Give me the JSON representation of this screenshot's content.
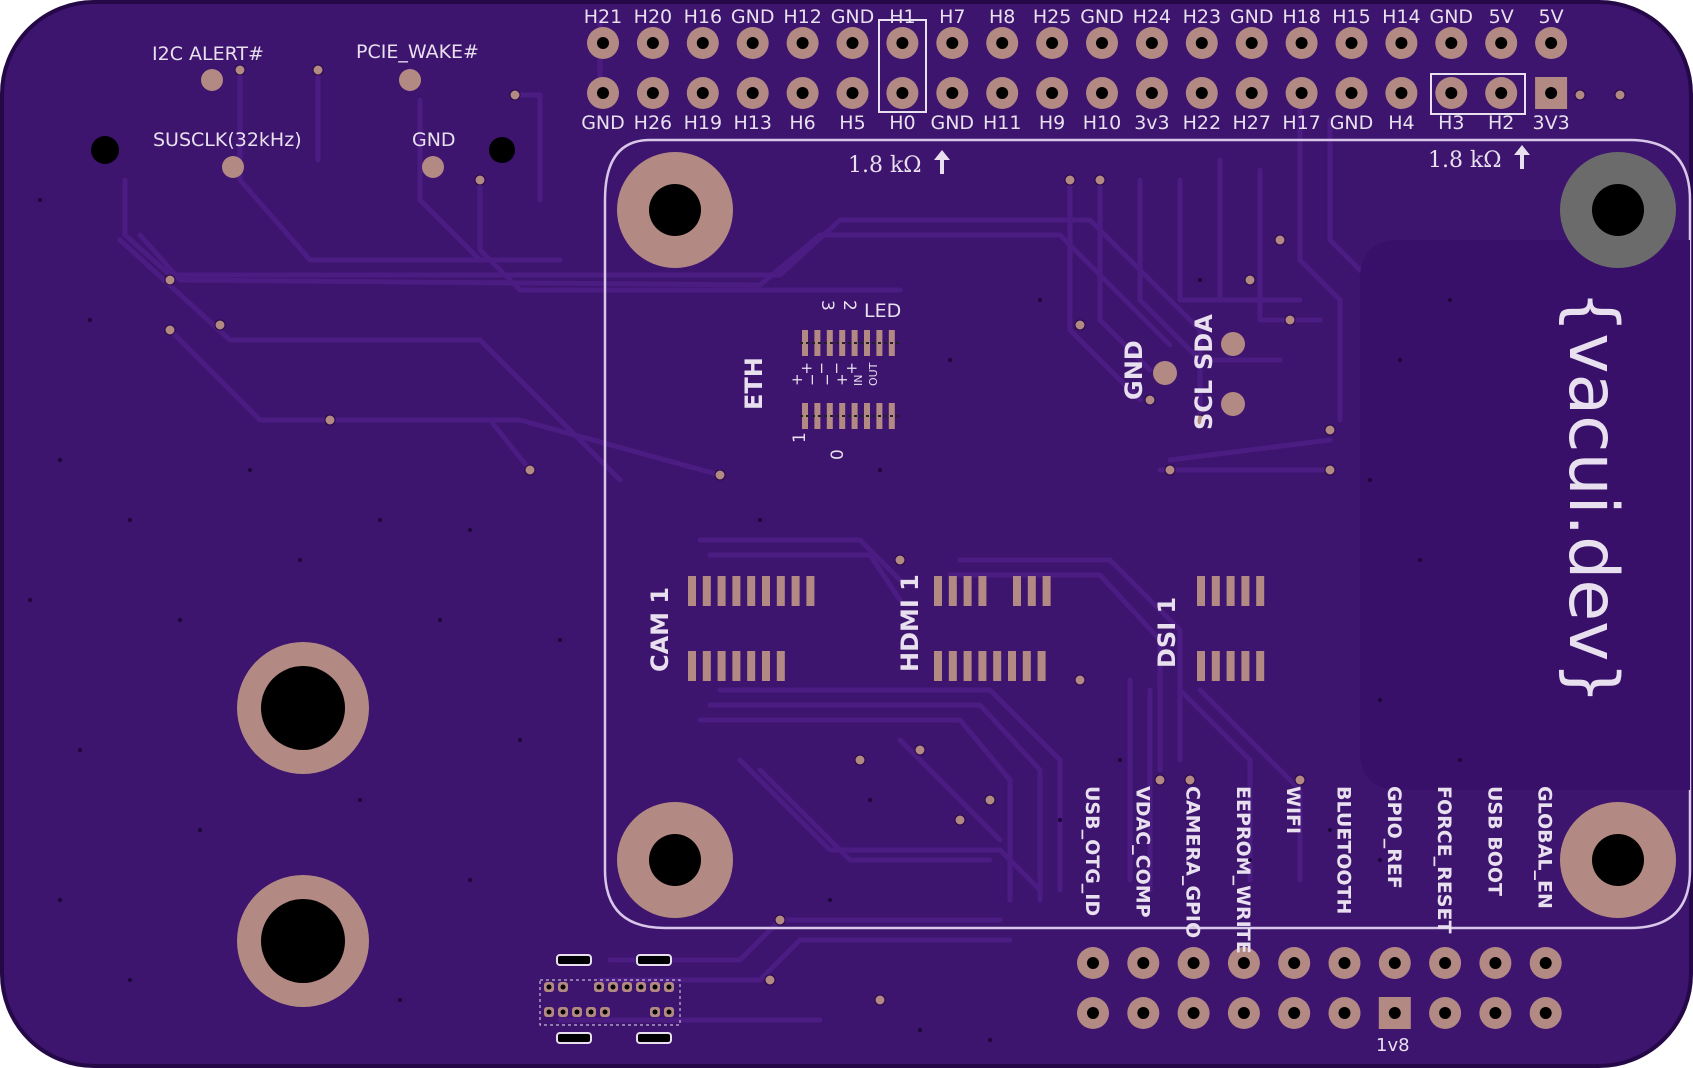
{
  "colors": {
    "board": "#3d146e",
    "board_edge": "#250847",
    "trace": "#4b1c82",
    "pad": "#b38a83",
    "silkscreen": "#e8e0ee",
    "drill": "#000000",
    "mount_top_right": "#6b6b6b"
  },
  "header_top": {
    "top_row": [
      "H21",
      "H20",
      "H16",
      "GND",
      "H12",
      "GND",
      "H1",
      "H7",
      "H8",
      "H25",
      "GND",
      "H24",
      "H23",
      "GND",
      "H18",
      "H15",
      "H14",
      "GND",
      "5V",
      "5V"
    ],
    "bottom_row": [
      "GND",
      "H26",
      "H19",
      "H13",
      "H6",
      "H5",
      "H0",
      "GND",
      "H11",
      "H9",
      "H10",
      "3v3",
      "H22",
      "H27",
      "H17",
      "GND",
      "H4",
      "H3",
      "H2",
      "3V3"
    ],
    "pullup_left": "1.8 kΩ",
    "pullup_right": "1.8 kΩ"
  },
  "test_points": {
    "i2c_alert": "I2C ALERT#",
    "pcie_wake": "PCIE_WAKE#",
    "susclk": "SUSCLK(32kHz)",
    "gnd": "GND"
  },
  "i2c": {
    "gnd": "GND",
    "scl": "SCL",
    "sda": "SDA"
  },
  "eth_led": {
    "eth": "ETH",
    "led": "LED",
    "led_numbers": [
      "3",
      "2"
    ],
    "led_polarity": [
      "+",
      "−",
      "−",
      "+"
    ],
    "eth_polarity": [
      "+",
      "−",
      "−",
      "+",
      "IN",
      "OUT"
    ],
    "eth_numbers": [
      "1",
      "0"
    ]
  },
  "connectors": {
    "cam": "CAM 1",
    "hdmi": "HDMI 1",
    "dsi": "DSI 1"
  },
  "header_bottom": {
    "labels": [
      "USB_OTG_ID",
      "VDAC_COMP",
      "CAMERA_GPIO",
      "EEPROM_WRITE",
      "WIFI",
      "BLUETOOTH",
      "GPIO_REF",
      "FORCE_RESET",
      "USB BOOT",
      "GLOBAL_EN"
    ],
    "voltage": "1v8"
  },
  "brand": "{vacui.dev}"
}
